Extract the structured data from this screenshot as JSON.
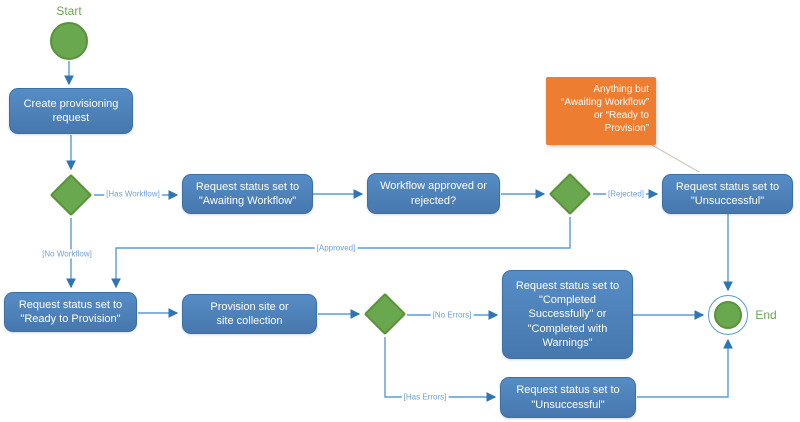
{
  "diagram": {
    "terminals": {
      "start_label": "Start",
      "end_label": "End"
    },
    "nodes": {
      "create": {
        "label": "Create provisioning\nrequest"
      },
      "awaiting": {
        "label": "Request status set to\n\"Awaiting Workflow\""
      },
      "workflow_question": {
        "label": "Workflow approved or\nrejected?"
      },
      "unsuccessful_top": {
        "label": "Request status set to\n\"Unsuccessful\""
      },
      "ready": {
        "label": "Request status set to\n\"Ready to Provision\""
      },
      "provision": {
        "label": "Provision site or\nsite collection"
      },
      "completed": {
        "label": "Request status set to\n\"Completed\nSuccessfully\" or\n\"Completed with\nWarnings\""
      },
      "unsuccessful_bottom": {
        "label": "Request status set to\n\"Unsuccessful\""
      },
      "callout": {
        "label": "Anything but\n“Awaiting Workflow”\nor “Ready to\nProvision”"
      }
    },
    "edge_labels": {
      "has_workflow": "[Has Workflow]",
      "no_workflow": "[No Workflow]",
      "rejected": "[Rejected]",
      "approved": "[Approved]",
      "no_errors": "[No Errors]",
      "has_errors": "[Has Errors]"
    },
    "colors": {
      "node_blue": "#4d82bb",
      "node_blue_border": "#3d6fa5",
      "shape_green": "#6aa84f",
      "shape_green_border": "#5a9139",
      "callout_orange": "#ed7d31",
      "connector_blue": "#5b9bd5",
      "arrowhead_blue": "#2e75b6",
      "edge_label_blue": "#6fa2d8",
      "leader_gray": "#d2c7ba"
    }
  }
}
